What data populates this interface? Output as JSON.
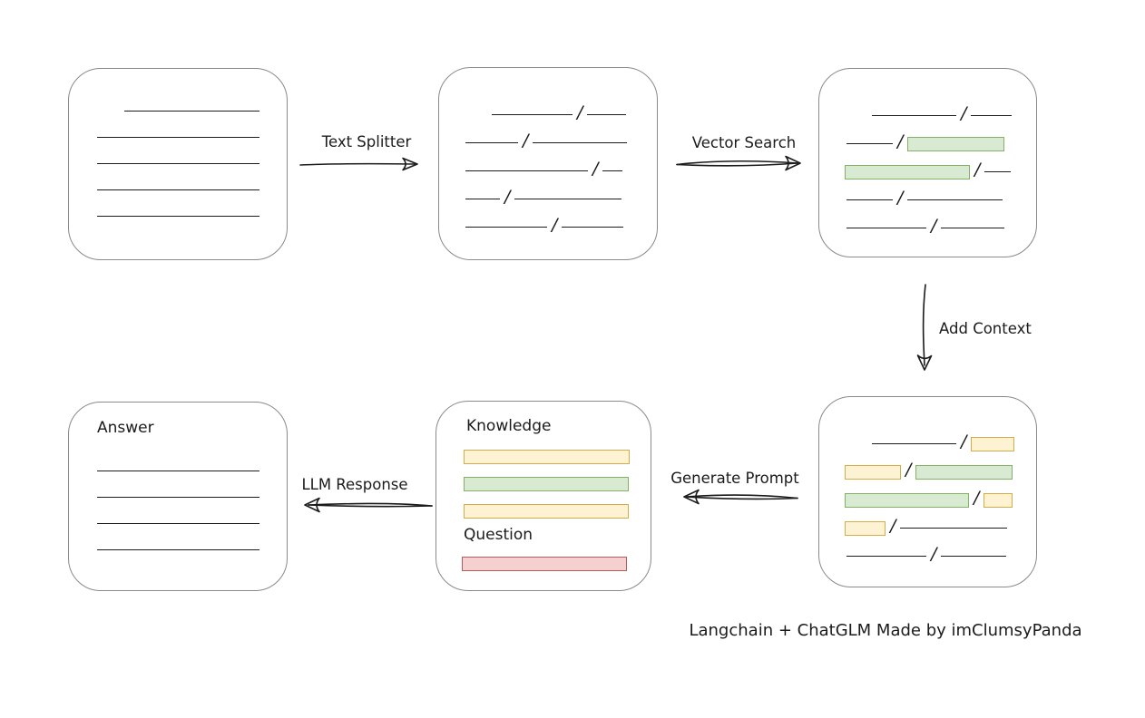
{
  "footer": {
    "text": "Langchain + ChatGLM Made by imClumsyPanda"
  },
  "glyphs": {
    "slash": "/"
  },
  "colors": {
    "canvas_bg": "#ffffff",
    "node_stroke": "#8a8a8a",
    "ink": "#1b1b1b",
    "green_fill": "#d9ead3",
    "green_stroke": "#83b266",
    "yellow_fill": "#fdf3d3",
    "yellow_stroke": "#d3ad49",
    "red_fill": "#f5d0d0",
    "red_stroke": "#b65a5a"
  },
  "arrows": {
    "text_splitter": {
      "label": "Text Splitter"
    },
    "vector_search": {
      "label": "Vector Search"
    },
    "add_context": {
      "label": "Add Context"
    },
    "generate_prompt": {
      "label": "Generate Prompt"
    },
    "llm_response": {
      "label": "LLM Response"
    }
  },
  "boxes": {
    "document": {
      "rows": [
        {
          "indent": 61,
          "segs": [
            {
              "t": "line",
              "w": 149
            }
          ]
        },
        {
          "indent": 31,
          "segs": [
            {
              "t": "line",
              "w": 179
            }
          ]
        },
        {
          "indent": 31,
          "segs": [
            {
              "t": "line",
              "w": 179
            }
          ]
        },
        {
          "indent": 31,
          "segs": [
            {
              "t": "line",
              "w": 179
            }
          ]
        },
        {
          "indent": 31,
          "segs": [
            {
              "t": "line",
              "w": 179
            }
          ]
        }
      ]
    },
    "chunks": {
      "rows": [
        {
          "indent": 58,
          "segs": [
            {
              "t": "line",
              "w": 89
            },
            {
              "t": "slash"
            },
            {
              "t": "line",
              "w": 43
            }
          ]
        },
        {
          "indent": 29,
          "segs": [
            {
              "t": "line",
              "w": 58
            },
            {
              "t": "slash"
            },
            {
              "t": "line",
              "w": 104
            }
          ]
        },
        {
          "indent": 29,
          "segs": [
            {
              "t": "line",
              "w": 135
            },
            {
              "t": "slash"
            },
            {
              "t": "line",
              "w": 22
            }
          ]
        },
        {
          "indent": 29,
          "segs": [
            {
              "t": "line",
              "w": 38
            },
            {
              "t": "slash"
            },
            {
              "t": "line",
              "w": 118
            }
          ]
        },
        {
          "indent": 29,
          "segs": [
            {
              "t": "line",
              "w": 90
            },
            {
              "t": "slash"
            },
            {
              "t": "line",
              "w": 68
            }
          ]
        }
      ]
    },
    "vector": {
      "rows": [
        {
          "indent": 58,
          "segs": [
            {
              "t": "line",
              "w": 93
            },
            {
              "t": "slash"
            },
            {
              "t": "line",
              "w": 45
            }
          ]
        },
        {
          "indent": 30,
          "segs": [
            {
              "t": "line",
              "w": 51
            },
            {
              "t": "slash"
            },
            {
              "t": "chunk-green",
              "w": 107
            }
          ]
        },
        {
          "indent": 28,
          "segs": [
            {
              "t": "chunk-green",
              "w": 138
            },
            {
              "t": "slash"
            },
            {
              "t": "line",
              "w": 29
            }
          ]
        },
        {
          "indent": 30,
          "segs": [
            {
              "t": "line",
              "w": 51
            },
            {
              "t": "slash"
            },
            {
              "t": "line",
              "w": 105
            }
          ]
        },
        {
          "indent": 30,
          "segs": [
            {
              "t": "line",
              "w": 88
            },
            {
              "t": "slash"
            },
            {
              "t": "line",
              "w": 70
            }
          ]
        }
      ]
    },
    "context": {
      "rows": [
        {
          "indent": 58,
          "segs": [
            {
              "t": "line",
              "w": 93
            },
            {
              "t": "slash"
            },
            {
              "t": "chunk-yellow",
              "w": 48
            }
          ]
        },
        {
          "indent": 28,
          "segs": [
            {
              "t": "chunk-yellow",
              "w": 62
            },
            {
              "t": "slash"
            },
            {
              "t": "chunk-green",
              "w": 107
            }
          ]
        },
        {
          "indent": 28,
          "segs": [
            {
              "t": "chunk-green",
              "w": 137
            },
            {
              "t": "slash"
            },
            {
              "t": "chunk-yellow",
              "w": 32
            }
          ]
        },
        {
          "indent": 28,
          "segs": [
            {
              "t": "chunk-yellow",
              "w": 45
            },
            {
              "t": "slash"
            },
            {
              "t": "line",
              "w": 118
            }
          ]
        },
        {
          "indent": 30,
          "segs": [
            {
              "t": "line",
              "w": 88
            },
            {
              "t": "slash"
            },
            {
              "t": "line",
              "w": 72
            }
          ]
        }
      ]
    },
    "prompt": {
      "knowledge_label": "Knowledge",
      "knowledge_bars": [
        {
          "c": "yellow",
          "w": 183
        },
        {
          "c": "green",
          "w": 182
        },
        {
          "c": "yellow",
          "w": 182
        }
      ],
      "question_label": "Question",
      "question_bars": [
        {
          "c": "red",
          "w": 182
        }
      ]
    },
    "answer": {
      "label": "Answer",
      "rows": [
        {
          "indent": 31,
          "segs": [
            {
              "t": "line",
              "w": 179
            }
          ]
        },
        {
          "indent": 31,
          "segs": [
            {
              "t": "line",
              "w": 179
            }
          ]
        },
        {
          "indent": 31,
          "segs": [
            {
              "t": "line",
              "w": 179
            }
          ]
        },
        {
          "indent": 31,
          "segs": [
            {
              "t": "line",
              "w": 179
            }
          ]
        }
      ]
    }
  }
}
